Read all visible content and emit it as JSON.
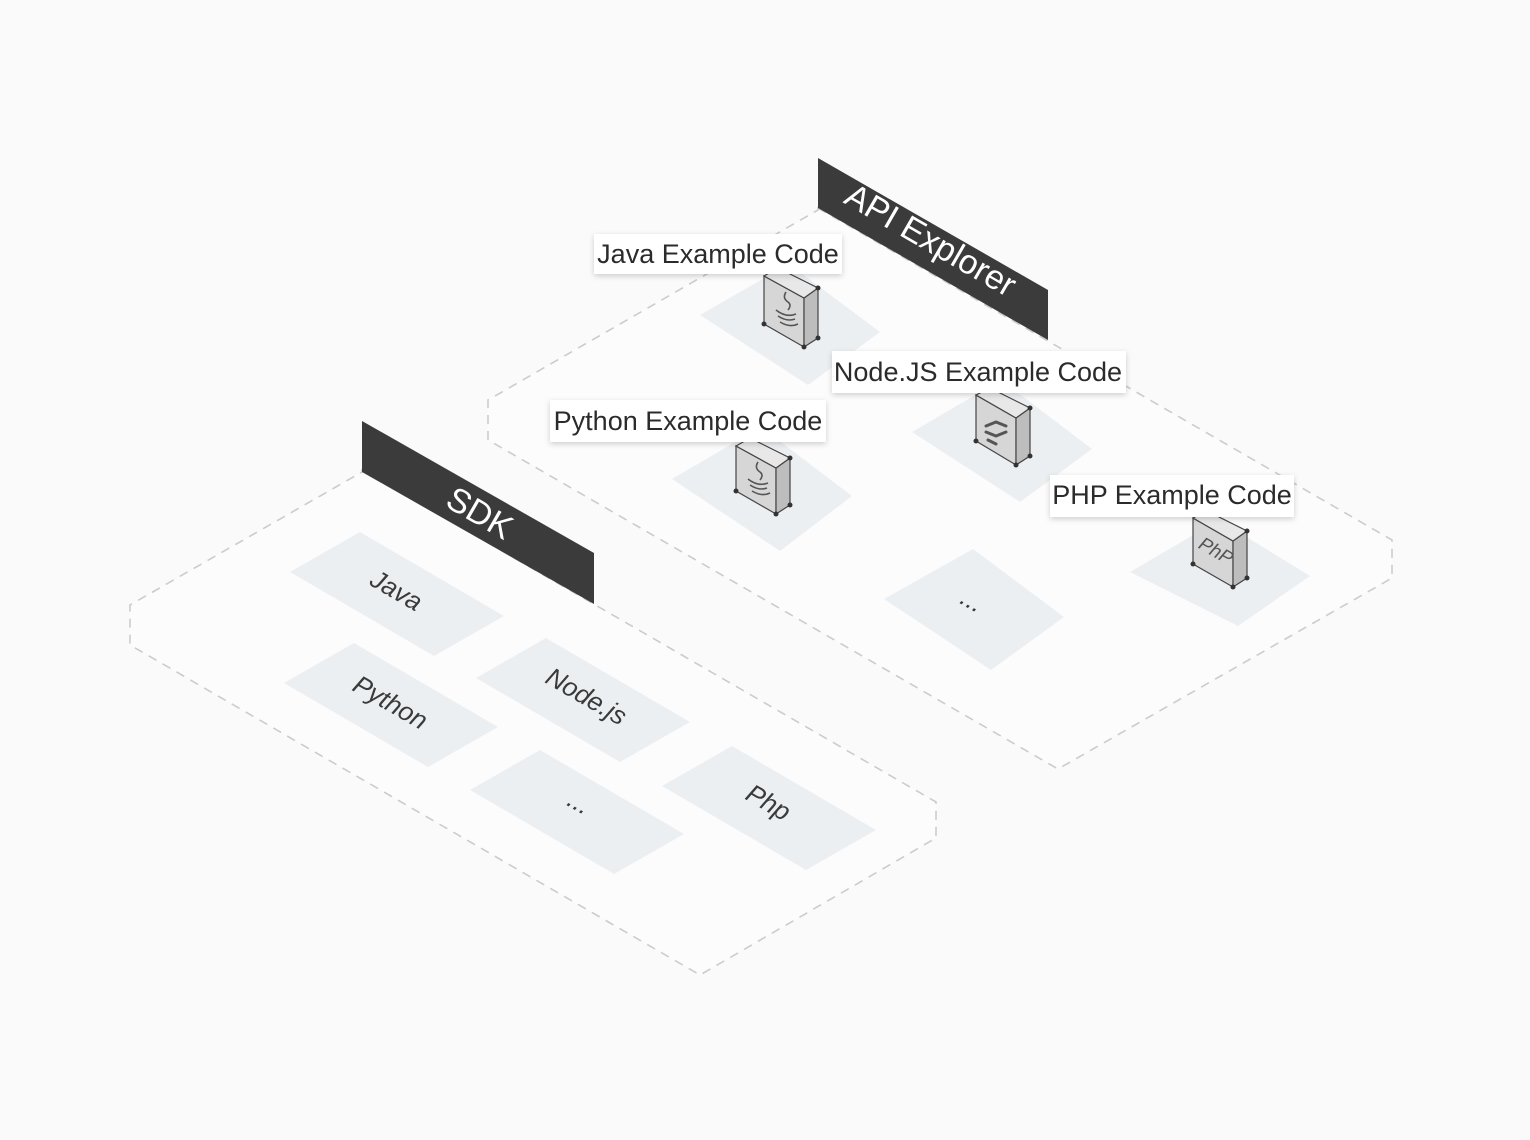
{
  "sdk": {
    "banner_label": "SDK",
    "items": [
      {
        "label": "Java"
      },
      {
        "label": "Python"
      },
      {
        "label": "Node.js"
      },
      {
        "label": "..."
      },
      {
        "label": "Php"
      }
    ]
  },
  "api_explorer": {
    "banner_label": "API Explorer",
    "items": [
      {
        "label": "Java Example Code",
        "icon": "java-icon"
      },
      {
        "label": "Python Example Code",
        "icon": "java-icon"
      },
      {
        "label": "Node.JS Example Code",
        "icon": "nodejs-icon"
      },
      {
        "label": "PHP Example Code",
        "icon": "php-icon"
      }
    ],
    "more_label": "...",
    "php_icon_text": "PhP"
  },
  "colors": {
    "background": "#fafafa",
    "banner": "#3b3b3b",
    "tile": "#eceff1",
    "dashed_border": "#cccccc",
    "file_body": "#d6d6d6"
  }
}
